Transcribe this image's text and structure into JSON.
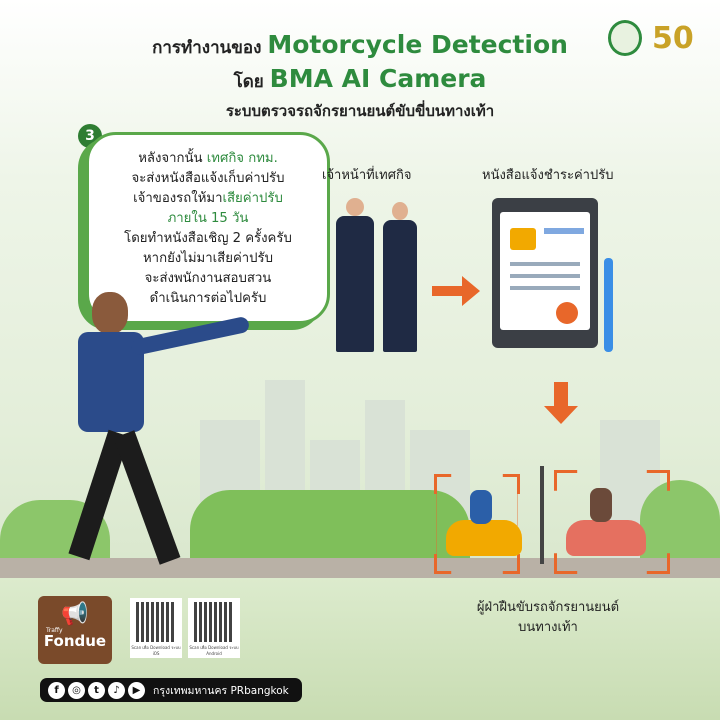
{
  "header": {
    "title_prefix": "การทำงานของ",
    "title_main": "Motorcycle Detection",
    "subtitle_prefix": "โดย",
    "subtitle_main": "BMA AI Camera",
    "tagline": "ระบบตรวจรถจักรยานยนต์ขับขี่บนทางเท้า",
    "logos": [
      "BMA seal",
      "กทม. 50"
    ]
  },
  "step": {
    "number": "3",
    "lines": [
      {
        "a": "หลังจากนั้น ",
        "b": "เทศกิจ กทม."
      },
      {
        "a": "จะส่งหนังสือแจ้งเก็บค่าปรับ",
        "b": ""
      },
      {
        "a": "เจ้าของรถให้มา",
        "b": "เสียค่าปรับ"
      },
      {
        "a": "",
        "b": "ภายใน 15 วัน"
      },
      {
        "a": "โดยทำหนังสือเชิญ 2 ครั้งครับ",
        "b": ""
      },
      {
        "a": "หากยังไม่มาเสียค่าปรับ",
        "b": ""
      },
      {
        "a": "จะส่งพนักงานสอบสวน",
        "b": ""
      },
      {
        "a": "ดำเนินการต่อไปครับ",
        "b": ""
      }
    ]
  },
  "labels": {
    "officers": "เจ้าหน้าที่เทศกิจ",
    "notice": "หนังสือแจ้งชำระค่าปรับ",
    "violator_line1": "ผู้ฝ่าฝืนขับรถจักรยานยนต์",
    "violator_line2": "บนทางเท้า"
  },
  "footer": {
    "traffy_small": "Traffy",
    "traffy_brand": "Fondue",
    "qr_ios": "Scan เพื่อ Download ระบบ iOS",
    "qr_android": "Scan เพื่อ Download ระบบ Android",
    "social_icons": [
      "facebook-icon",
      "instagram-icon",
      "twitter-icon",
      "tiktok-icon",
      "youtube-icon"
    ],
    "social_handle": "กรุงเทพมหานคร PRbangkok"
  },
  "colors": {
    "accent": "#2e8b3e",
    "arrow": "#e8672a",
    "brown": "#7a4a2a"
  }
}
